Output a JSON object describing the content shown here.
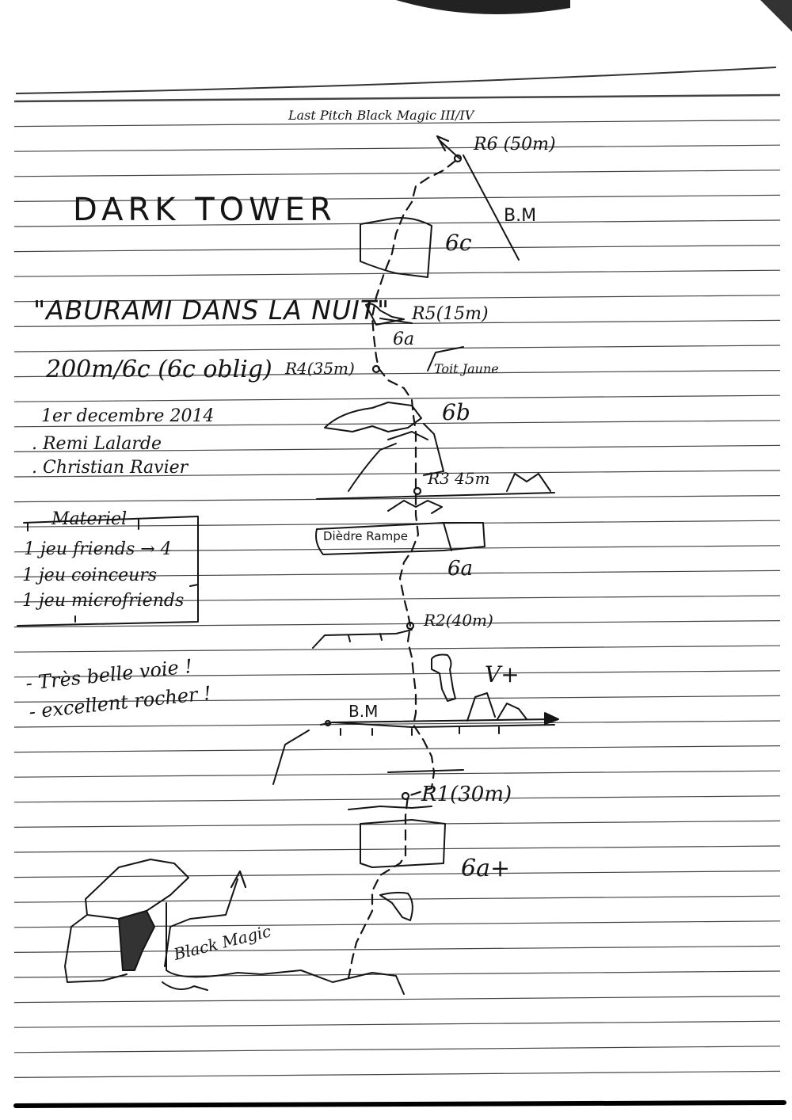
{
  "header": {
    "route_ref": "Last Pitch Black Magic III/IV"
  },
  "title": "DARK TOWER",
  "route_name": "\"ABURAMI DANS LA NUIT\"",
  "grade": "200m/6c (6c oblig)",
  "date": "1er decembre 2014",
  "climbers": [
    ". Remi Lalarde",
    ". Christian Ravier"
  ],
  "gear": {
    "title": "Materiel",
    "items": [
      "1 jeu friends → 4",
      "1 jeu coinceurs",
      "1 jeu microfriends"
    ]
  },
  "notes": [
    "- Très belle voie !",
    "- excellent rocher !"
  ],
  "topo": {
    "belays": [
      {
        "name": "R6",
        "length": "(50m)"
      },
      {
        "name": "R5",
        "length": "(15m)"
      },
      {
        "name": "R4",
        "length": "(35m)"
      },
      {
        "name": "R3",
        "length": "45m"
      },
      {
        "name": "R2",
        "length": "(40m)"
      },
      {
        "name": "R1",
        "length": "(30m)"
      }
    ],
    "grades": [
      "6c",
      "6a",
      "6b",
      "6a",
      "V+",
      "6a+"
    ],
    "labels": {
      "bm_top": "B.M",
      "bm_mid": "B.M",
      "dihedral": "Dièdre Rampe",
      "yellow": "Toit Jaune",
      "black_magic": "Black Magic"
    }
  }
}
